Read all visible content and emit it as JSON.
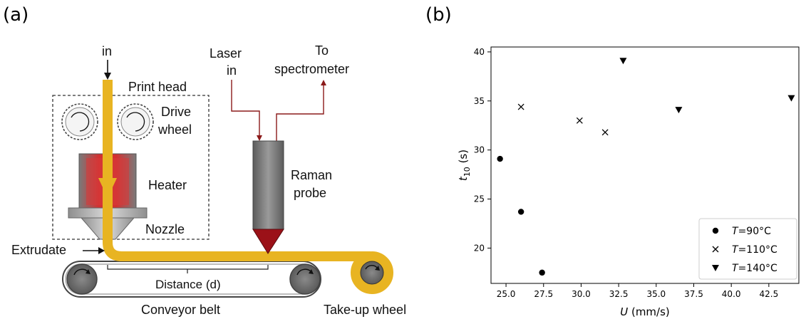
{
  "panels": {
    "a": "(a)",
    "b": "(b)"
  },
  "schematic": {
    "labels": {
      "in": "in",
      "print_head": "Print head",
      "drive": "Drive",
      "wheel": "wheel",
      "heater": "Heater",
      "nozzle": "Nozzle",
      "extrudate": "Extrudate",
      "laser": "Laser",
      "laser_in": "in",
      "to": "To",
      "spectrometer": "spectrometer",
      "raman": "Raman",
      "probe": "probe",
      "distance": "Distance (d)",
      "conveyor": "Conveyor belt",
      "takeup": "Take-up wheel"
    },
    "colors": {
      "filament": "#E8B422",
      "laser_line": "#8B1A1A",
      "probe_tip": "#9B1118"
    }
  },
  "chart_data": {
    "type": "scatter",
    "xlabel": "U (mm/s)",
    "ylabel": "t10 (s)",
    "xlim": [
      24.0,
      44.5
    ],
    "ylim": [
      16.4,
      40.5
    ],
    "xticks": [
      "25.0",
      "27.5",
      "30.0",
      "32.5",
      "35.0",
      "37.5",
      "40.0",
      "42.5"
    ],
    "yticks": [
      "20",
      "25",
      "30",
      "35",
      "40"
    ],
    "legend_position": "bottom-right",
    "series": [
      {
        "name": "T=90°C",
        "marker": "circle",
        "points": [
          [
            24.6,
            29.1
          ],
          [
            26.0,
            23.7
          ],
          [
            27.4,
            17.5
          ]
        ]
      },
      {
        "name": "T=110°C",
        "marker": "x",
        "points": [
          [
            26.0,
            34.4
          ],
          [
            29.9,
            33.0
          ],
          [
            31.6,
            31.8
          ]
        ]
      },
      {
        "name": "T=140°C",
        "marker": "triangle-down",
        "points": [
          [
            32.8,
            39.1
          ],
          [
            36.5,
            34.1
          ],
          [
            44.0,
            35.3
          ]
        ]
      }
    ],
    "legend": [
      {
        "italic": "T",
        "rest": "=90°C"
      },
      {
        "italic": "T",
        "rest": "=110°C"
      },
      {
        "italic": "T",
        "rest": "=140°C"
      }
    ]
  }
}
